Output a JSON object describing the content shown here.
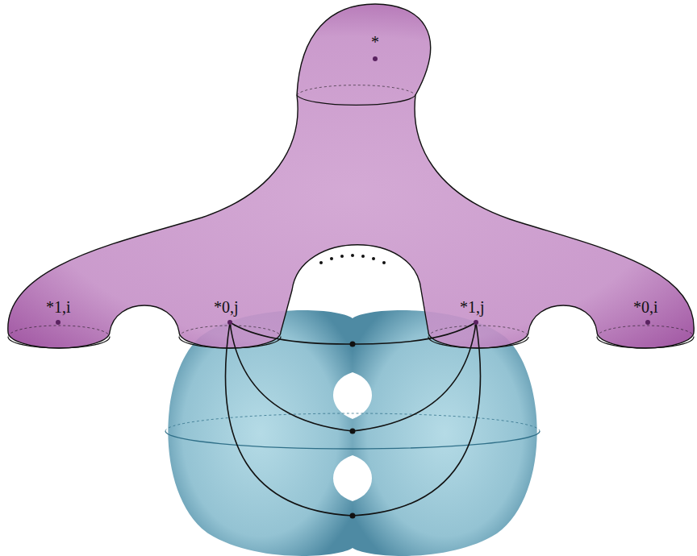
{
  "diagram": {
    "labels": [
      "*",
      "*1,i",
      "*0,j",
      "*1,j",
      "*0,i"
    ]
  }
}
